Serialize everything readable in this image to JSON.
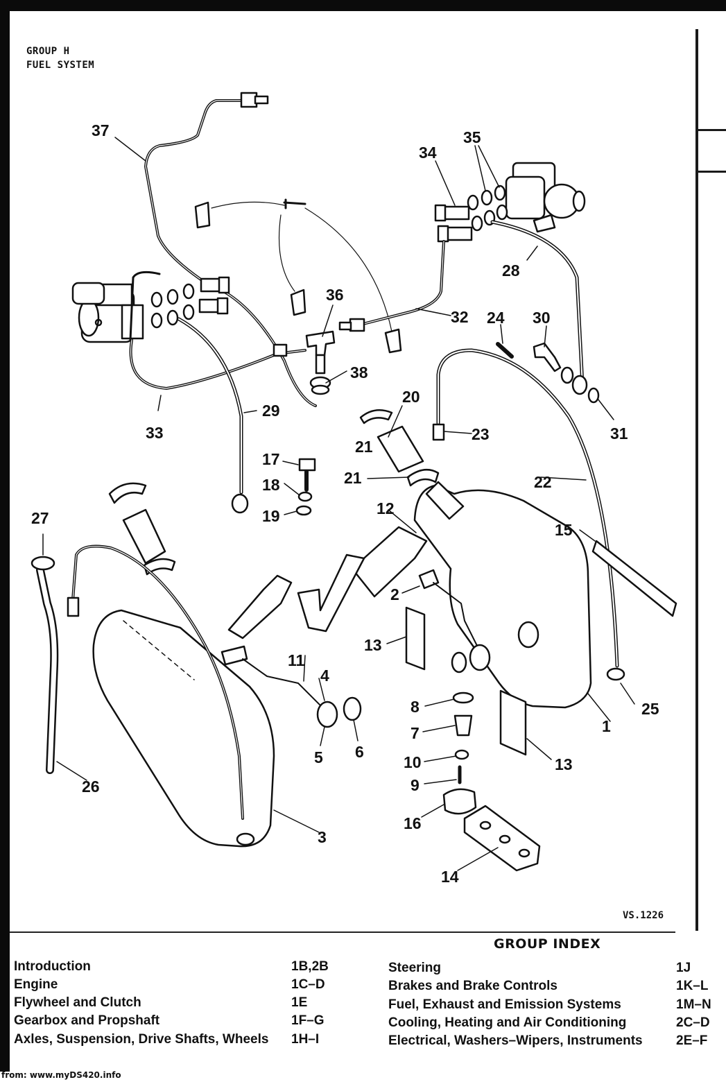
{
  "header": {
    "group": "GROUP H",
    "system": "FUEL SYSTEM"
  },
  "diagram": {
    "reference": "VS.1226",
    "callouts": [
      "1",
      "2",
      "3",
      "4",
      "5",
      "6",
      "7",
      "8",
      "9",
      "10",
      "11",
      "12",
      "13",
      "13",
      "14",
      "15",
      "16",
      "17",
      "18",
      "19",
      "20",
      "21",
      "21",
      "22",
      "23",
      "24",
      "25",
      "26",
      "27",
      "28",
      "29",
      "30",
      "31",
      "32",
      "33",
      "34",
      "35",
      "36",
      "37",
      "38"
    ]
  },
  "group_index": {
    "title": "GROUP INDEX",
    "left": [
      {
        "name": "Introduction",
        "code": "1B,2B"
      },
      {
        "name": "Engine",
        "code": "1C–D"
      },
      {
        "name": "Flywheel and Clutch",
        "code": "1E"
      },
      {
        "name": "Gearbox and Propshaft",
        "code": "1F–G"
      },
      {
        "name": "Axles, Suspension, Drive Shafts, Wheels",
        "code": "1H–I"
      }
    ],
    "right": [
      {
        "name": "Steering",
        "code": "1J"
      },
      {
        "name": "Brakes and Brake Controls",
        "code": "1K–L"
      },
      {
        "name": "Fuel, Exhaust and Emission Systems",
        "code": "1M–N"
      },
      {
        "name": "Cooling, Heating and Air Conditioning",
        "code": "2C–D"
      },
      {
        "name": "Electrical, Washers–Wipers, Instruments",
        "code": "2E–F"
      }
    ]
  },
  "footer": {
    "credit": "from: www.myDS420.info"
  }
}
